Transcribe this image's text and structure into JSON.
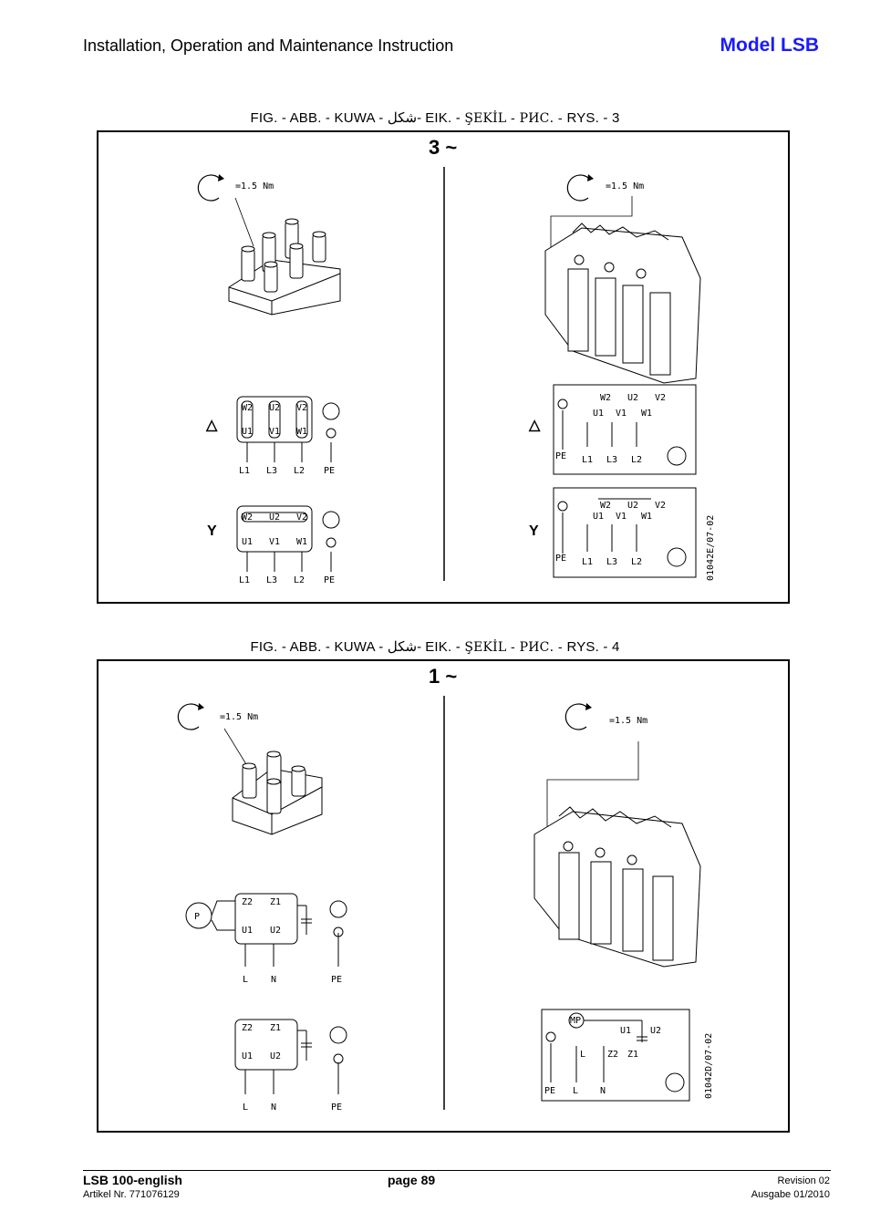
{
  "header": {
    "title": "Installation, Operation and Maintenance Instruction",
    "model": "Model LSB"
  },
  "figures": [
    {
      "caption_a": "FIG. - ABB. - KUWA - ",
      "caption_arabic": "شكل",
      "caption_b": "- EIK. - ",
      "caption_c": "ŞEKİL - РИС. - ",
      "caption_d": "RYS. - 3",
      "phase": "3 ~",
      "torque_left": "=1.5 Nm",
      "torque_right": "=1.5 Nm",
      "delta_symbol": "△",
      "star_symbol": "Y",
      "delta_terminals_top": [
        "W2",
        "U2",
        "V2"
      ],
      "delta_terminals_bottom": [
        "U1",
        "V1",
        "W1"
      ],
      "star_terminals_top": [
        "W2",
        "U2",
        "V2"
      ],
      "star_terminals_bottom": [
        "U1",
        "V1",
        "W1"
      ],
      "supply_labels": [
        "L1",
        "L3",
        "L2",
        "PE"
      ],
      "schematic_top": [
        "W2",
        "U2",
        "V2"
      ],
      "schematic_bottom": [
        "U1",
        "V1",
        "W1"
      ],
      "schematic_supply": [
        "PE",
        "L1",
        "L3",
        "L2"
      ],
      "code": "01042E/07-02"
    },
    {
      "caption_a": "FIG. - ABB. - KUWA - ",
      "caption_arabic": "شكل",
      "caption_b": "- EIK. - ",
      "caption_c": "ŞEKİL - РИС. - ",
      "caption_d": "RYS. - 4",
      "phase": "1 ~",
      "torque_left": "=1.5 Nm",
      "torque_right": "=1.5 Nm",
      "cap_label": "P",
      "block1_top": [
        "Z2",
        "Z1"
      ],
      "block1_bottom": [
        "U1",
        "U2"
      ],
      "block2_top": [
        "Z2",
        "Z1"
      ],
      "block2_bottom": [
        "U1",
        "U2"
      ],
      "supply_labels": [
        "L",
        "N",
        "PE"
      ],
      "schematic_mp": "MP",
      "schematic_top": [
        "U1",
        "U2"
      ],
      "schematic_mid": [
        "L",
        "Z2",
        "Z1"
      ],
      "schematic_supply": [
        "PE",
        "L",
        "N"
      ],
      "code": "01042D/07-02"
    }
  ],
  "footer": {
    "doc": "LSB 100-english",
    "article": "Artikel Nr. 771076129",
    "page": "page 89",
    "revision": "Revision 02",
    "issue": "Ausgabe 01/2010"
  }
}
